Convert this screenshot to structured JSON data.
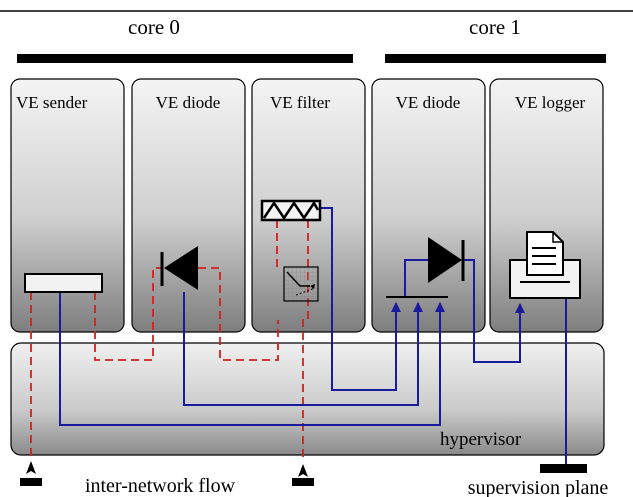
{
  "cores": [
    {
      "label": "core 0"
    },
    {
      "label": "core 1"
    }
  ],
  "vms": [
    {
      "label": "VE sender"
    },
    {
      "label": "VE diode"
    },
    {
      "label": "VE filter"
    },
    {
      "label": "VE diode"
    },
    {
      "label": "VE logger"
    }
  ],
  "hypervisor": {
    "label": "hypervisor"
  },
  "labels": {
    "flow": "inter-network flow",
    "supervision": "supervision plane"
  },
  "colors": {
    "data_flow": "#d42020",
    "supervision_flow": "#1a1a9c",
    "box_fill_top": "#f2f2f2",
    "box_fill_bottom": "#7d7d7d"
  }
}
